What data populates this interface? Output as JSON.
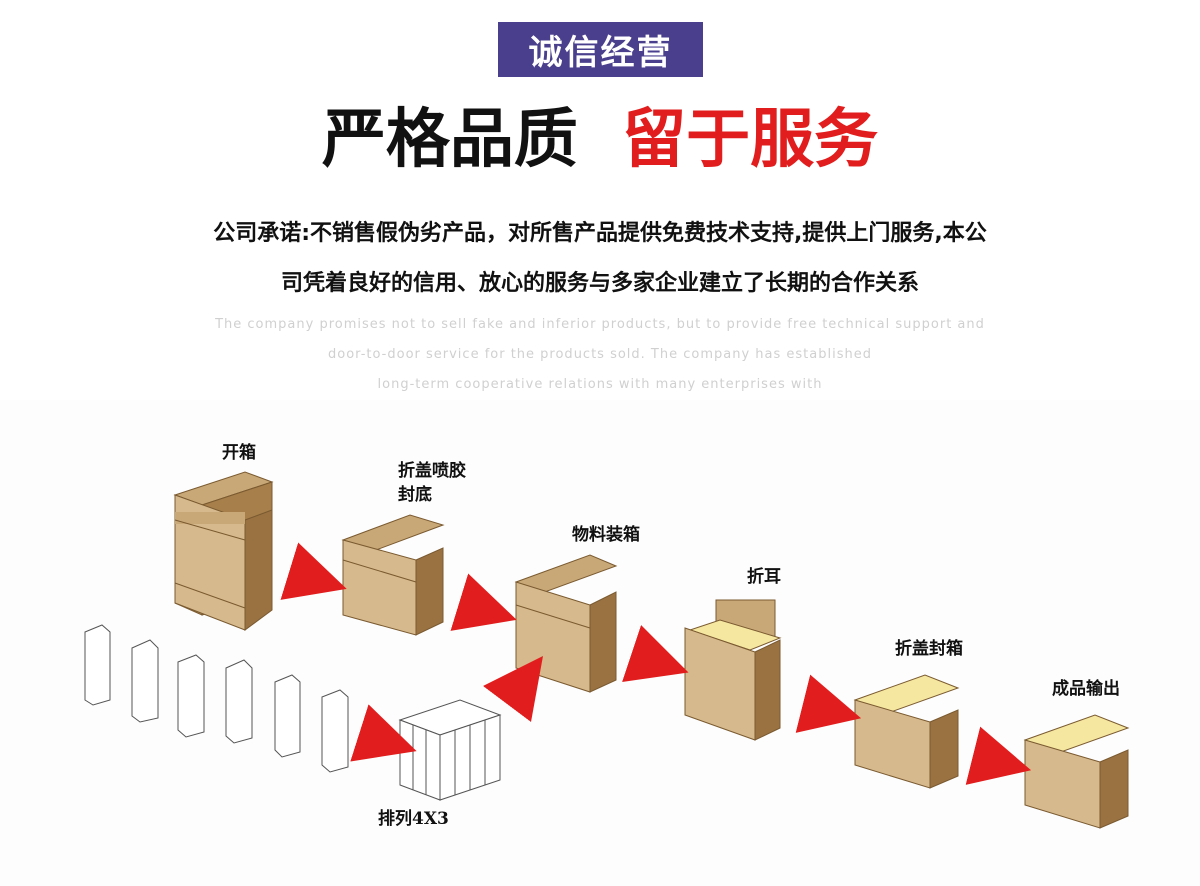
{
  "badge": "诚信经营",
  "headline": {
    "black": "严格品质",
    "red": "留于服务"
  },
  "promise_cn": [
    "公司承诺:不销售假伪劣产品，对所售产品提供免费技术支持,提供上门服务,本公",
    "司凭着良好的信用、放心的服务与多家企业建立了长期的合作关系"
  ],
  "promise_en": [
    "The company promises not to sell fake and inferior products, but to provide free technical support and",
    "door-to-door service for the products sold. The company has established",
    "long-term cooperative relations with many enterprises with"
  ],
  "steps": {
    "open_box": "开箱",
    "fold_glue_1": "折盖喷胶",
    "fold_glue_2": "封底",
    "load": "物料装箱",
    "fold_ears": "折耳",
    "seal": "折盖封箱",
    "output": "成品输出",
    "arrange": "排列4X3"
  },
  "colors": {
    "badge": "#4a3f8c",
    "accent_red": "#e21d1d",
    "cardboard": "#d6b98c",
    "tape": "#f5e6a0"
  }
}
